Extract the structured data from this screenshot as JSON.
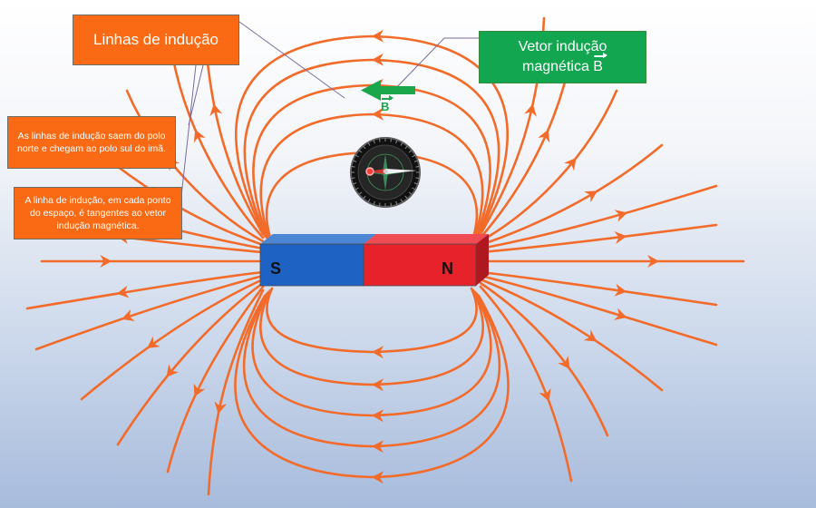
{
  "labels": {
    "title": "Linhas de indução",
    "note_exit": "As linhas de indução saem do polo norte e chegam ao polo sul do imã.",
    "note_tangent": "A linha de indução, em cada ponto do espaço, é tangentes ao vetor indução magnética.",
    "vector_line1": "Vetor indução",
    "vector_line2": "magnética",
    "vector_symbol": "B",
    "south_pole": "S",
    "north_pole": "N"
  },
  "colors": {
    "field_line": "#f26b2a",
    "label_box": "#fa6a14",
    "vector_box": "#12a650",
    "vector_arrow": "#1aa64b",
    "magnet_south": "#1e63c4",
    "magnet_north": "#e8222b",
    "compass_body": "#262626"
  },
  "icons": [
    "compass-icon",
    "bar-magnet-icon"
  ]
}
